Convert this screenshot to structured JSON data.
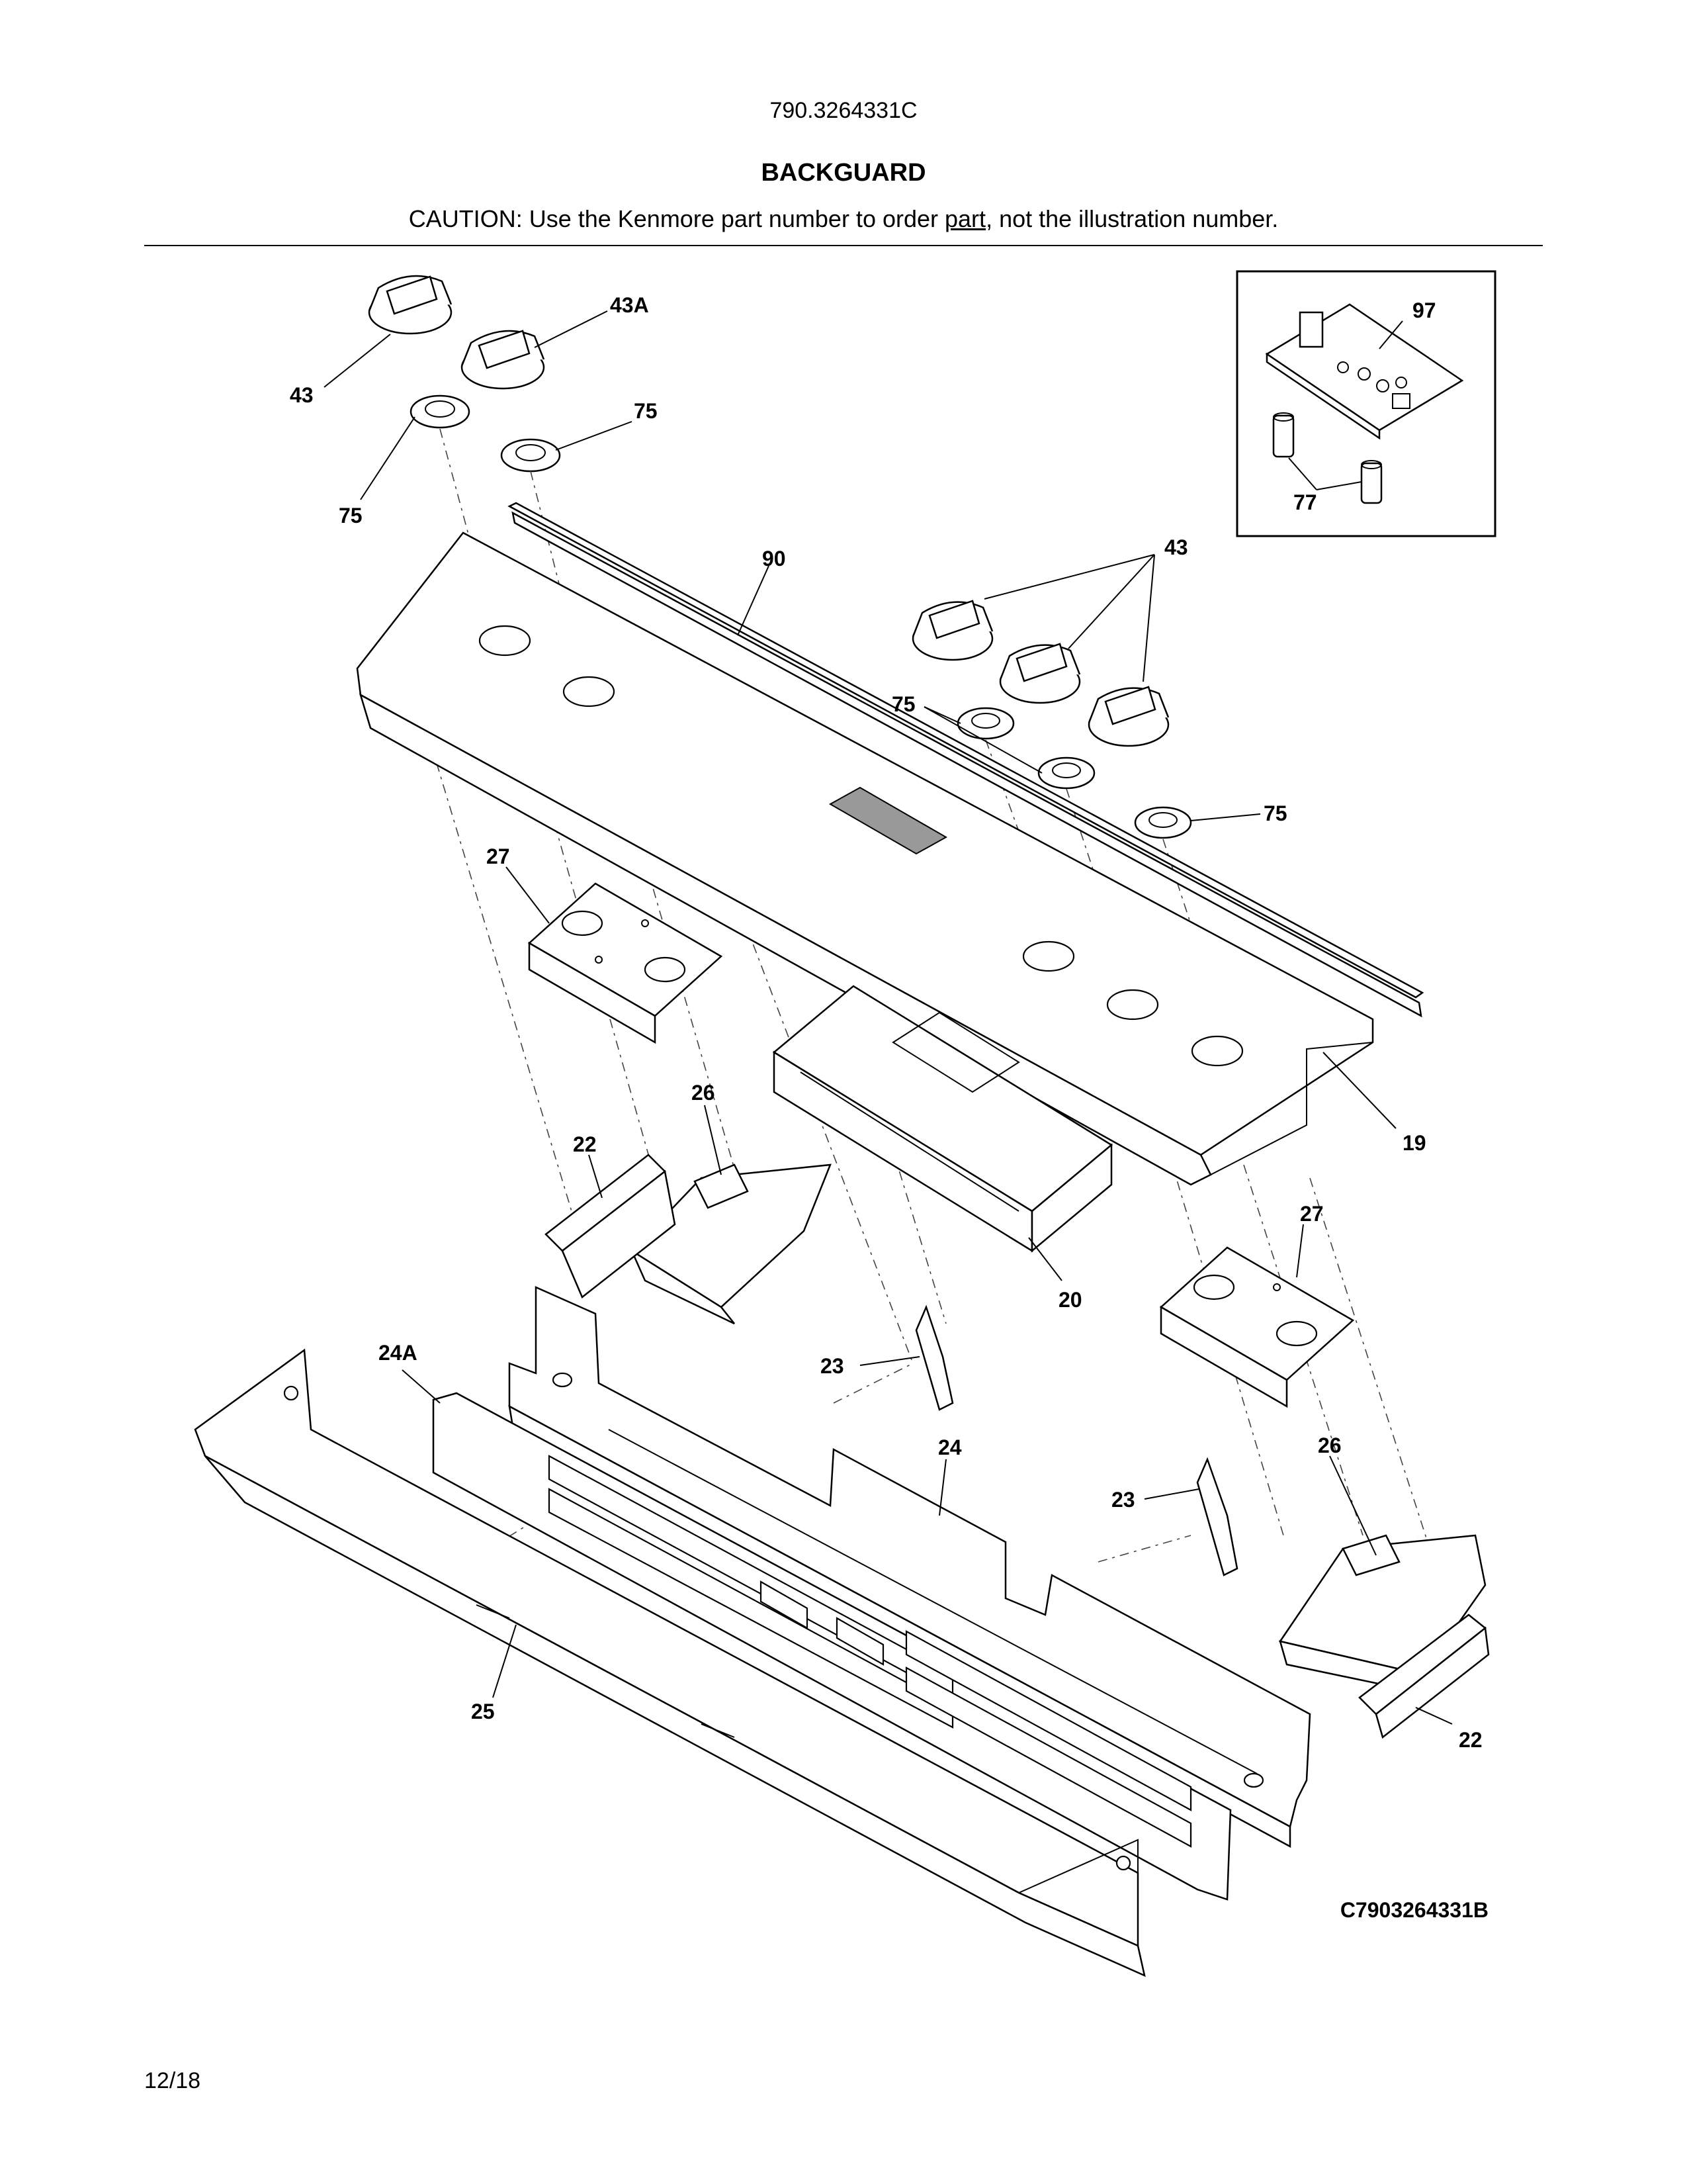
{
  "header": {
    "model_number": "790.3264331C",
    "section_title": "BACKGUARD",
    "caution_before": "CAUTION: Use the Kenmore part number to order ",
    "caution_underlined": "part",
    "caution_after": ", not the illustration number."
  },
  "callouts": {
    "c43_top": "43",
    "c43a": "43A",
    "c75_left": "75",
    "c75_top": "75",
    "c90": "90",
    "c97": "97",
    "c77": "77",
    "c43_right": "43",
    "c75_mid": "75",
    "c75_right": "75",
    "c27_left": "27",
    "c26_left": "26",
    "c22_left": "22",
    "c19": "19",
    "c20": "20",
    "c27_right": "27",
    "c24a": "24A",
    "c23_left": "23",
    "c24": "24",
    "c26_right": "26",
    "c23_right": "23",
    "c25": "25",
    "c22_right": "22"
  },
  "footer": {
    "drawing_code": "C7903264331B",
    "date": "12/18"
  }
}
